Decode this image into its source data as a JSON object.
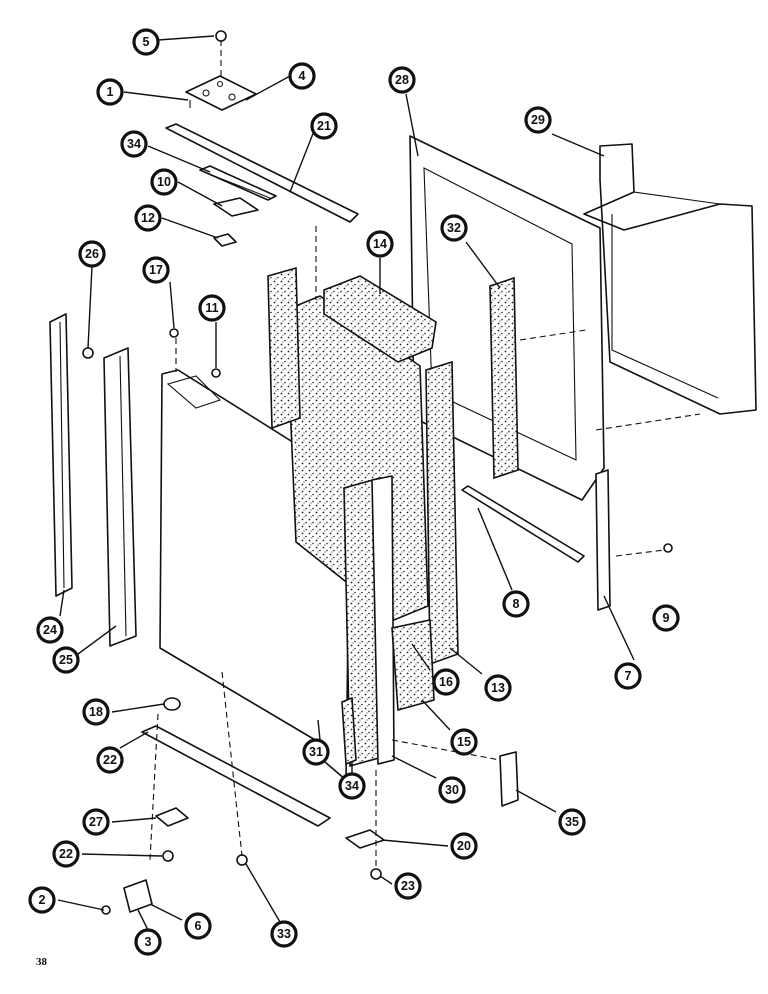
{
  "diagram": {
    "page_number": "38",
    "callouts": [
      {
        "id": "c5",
        "label": "5"
      },
      {
        "id": "c1",
        "label": "1"
      },
      {
        "id": "c4",
        "label": "4"
      },
      {
        "id": "c34a",
        "label": "34"
      },
      {
        "id": "c21",
        "label": "21"
      },
      {
        "id": "c10",
        "label": "10"
      },
      {
        "id": "c12",
        "label": "12"
      },
      {
        "id": "c26",
        "label": "26"
      },
      {
        "id": "c17",
        "label": "17"
      },
      {
        "id": "c11",
        "label": "11"
      },
      {
        "id": "c14",
        "label": "14"
      },
      {
        "id": "c28",
        "label": "28"
      },
      {
        "id": "c29",
        "label": "29"
      },
      {
        "id": "c32",
        "label": "32"
      },
      {
        "id": "c24",
        "label": "24"
      },
      {
        "id": "c25",
        "label": "25"
      },
      {
        "id": "c8",
        "label": "8"
      },
      {
        "id": "c9",
        "label": "9"
      },
      {
        "id": "c7",
        "label": "7"
      },
      {
        "id": "c16",
        "label": "16"
      },
      {
        "id": "c13",
        "label": "13"
      },
      {
        "id": "c15",
        "label": "15"
      },
      {
        "id": "c18",
        "label": "18"
      },
      {
        "id": "c22a",
        "label": "22"
      },
      {
        "id": "c31",
        "label": "31"
      },
      {
        "id": "c34b",
        "label": "34"
      },
      {
        "id": "c30",
        "label": "30"
      },
      {
        "id": "c35",
        "label": "35"
      },
      {
        "id": "c27",
        "label": "27"
      },
      {
        "id": "c22b",
        "label": "22"
      },
      {
        "id": "c20",
        "label": "20"
      },
      {
        "id": "c23",
        "label": "23"
      },
      {
        "id": "c2",
        "label": "2"
      },
      {
        "id": "c6",
        "label": "6"
      },
      {
        "id": "c33",
        "label": "33"
      },
      {
        "id": "c3",
        "label": "3"
      }
    ]
  }
}
